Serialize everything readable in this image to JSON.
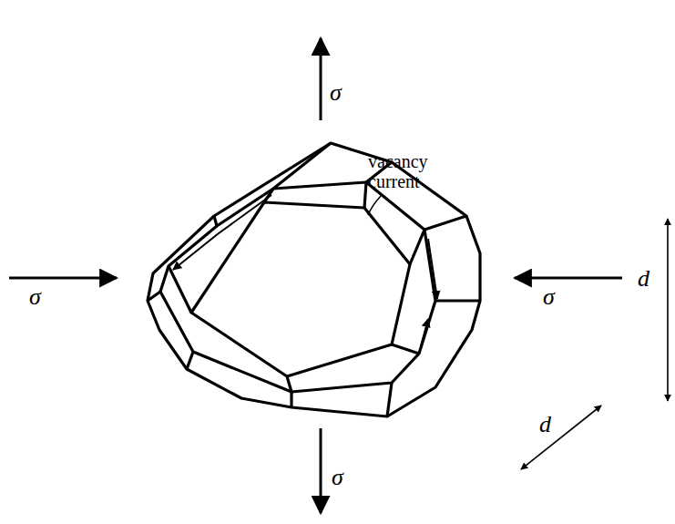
{
  "diagram": {
    "labels": [
      "σ",
      "vacancy current",
      "σ",
      "σ",
      "d",
      "d",
      "σ"
    ]
  }
}
